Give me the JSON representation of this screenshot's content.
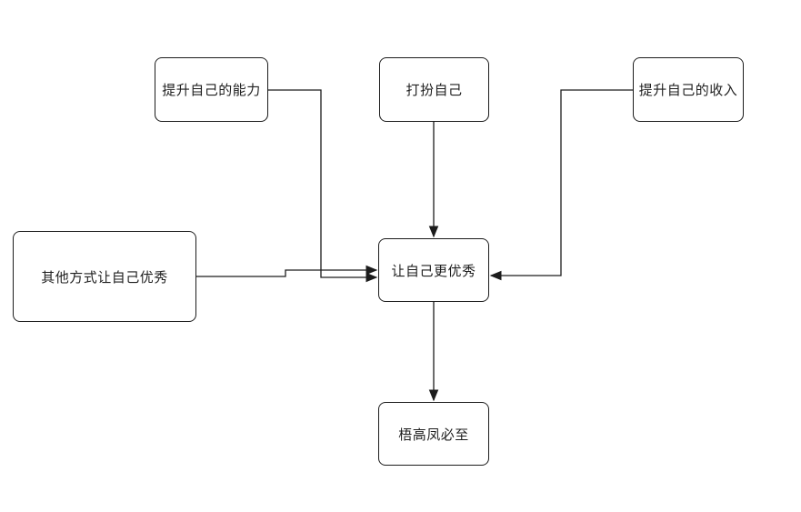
{
  "diagram": {
    "background_color": "#ffffff",
    "stroke_color": "#1c1c1c",
    "text_color": "#1f1f1f",
    "nodes": [
      {
        "id": "improve-ability",
        "label": "提升自己的能力"
      },
      {
        "id": "dress-up",
        "label": "打扮自己"
      },
      {
        "id": "increase-income",
        "label": "提升自己的收入"
      },
      {
        "id": "other-ways",
        "label": "其他方式让自己优秀"
      },
      {
        "id": "become-better",
        "label": "让自己更优秀"
      },
      {
        "id": "phoenix",
        "label": "梧高凤必至"
      }
    ],
    "edges": [
      {
        "from": "提升自己的能力",
        "to": "让自己更优秀"
      },
      {
        "from": "其他方式让自己优秀",
        "to": "让自己更优秀"
      },
      {
        "from": "打扮自己",
        "to": "让自己更优秀"
      },
      {
        "from": "提升自己的收入",
        "to": "让自己更优秀"
      },
      {
        "from": "让自己更优秀",
        "to": "梧高凤必至"
      }
    ]
  }
}
